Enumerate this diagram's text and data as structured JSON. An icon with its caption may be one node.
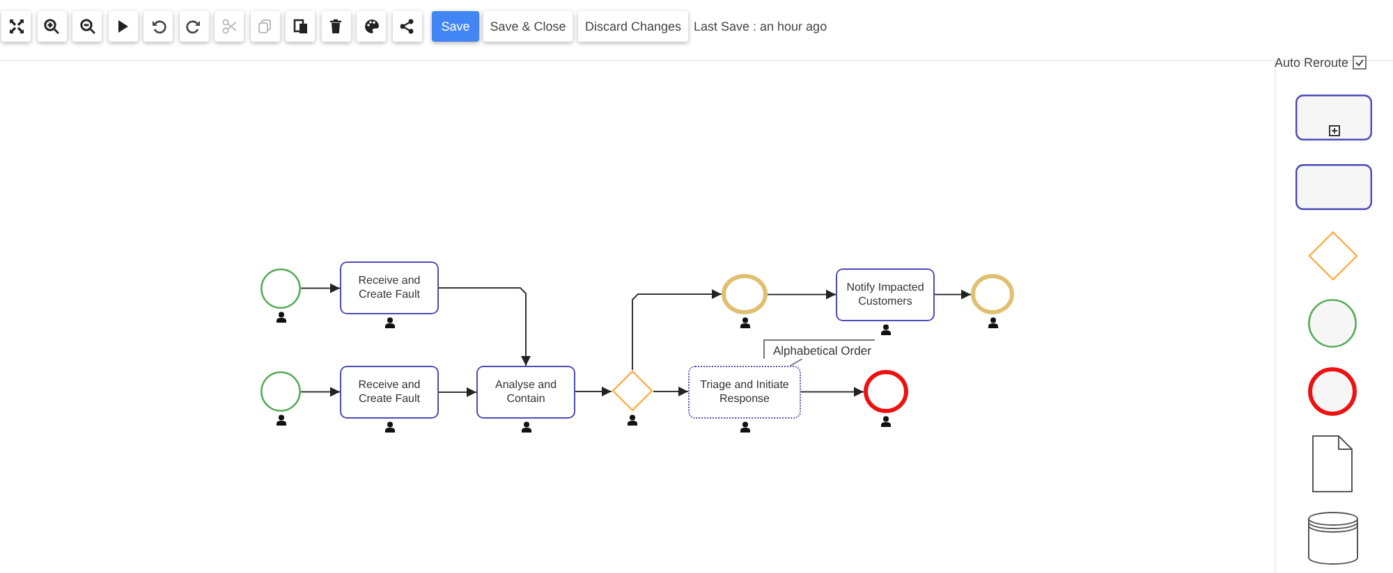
{
  "diagram": {
    "nodes": [
      {
        "text": [],
        "shape": "circle"
      },
      {
        "text": [
          "Receive and Create Fault"
        ]
      },
      {
        "text": [],
        "shape": "circle"
      },
      {
        "text": [
          "Receive and Create Fault"
        ]
      },
      {
        "text": [
          "Analyse and Contain"
        ]
      },
      {
        "text": [],
        "shape": "diamond"
      },
      {
        "text": [],
        "shape": "circle"
      },
      {
        "text": [
          "Notify Impacted Customers"
        ]
      },
      {
        "text": [],
        "shape": "circle"
      },
      {
        "text": [
          "Triage and Initiate Response"
        ]
      },
      {
        "text": [],
        "shape": "circle"
      },
      {
        "text": [
          "Alphabetical Order"
        ]
      },
      {
        "text": [],
        "shape": "box"
      },
      {
        "text": [],
        "shape": "box"
      },
      {
        "text": [],
        "shape": "diamond"
      },
      {
        "text": [],
        "shape": "circle"
      },
      {
        "text": [],
        "shape": "circle"
      },
      {
        "text": [],
        "shape": "document"
      },
      {
        "text": [],
        "shape": "cylinder"
      }
    ],
    "edges": [
      {
        "from": 0,
        "to": 1,
        "arrow": "to"
      },
      {
        "from": 1,
        "to": 4,
        "arrow": "to"
      },
      {
        "from": 2,
        "to": 3,
        "arrow": "to"
      },
      {
        "from": 3,
        "to": 4,
        "arrow": "to"
      },
      {
        "from": 4,
        "to": 5,
        "arrow": "to"
      },
      {
        "from": 5,
        "to": 6,
        "arrow": "to"
      },
      {
        "from": 6,
        "to": 7,
        "arrow": "to"
      },
      {
        "from": 7,
        "to": 8,
        "arrow": "to"
      },
      {
        "from": 5,
        "to": 9,
        "arrow": "to"
      },
      {
        "from": 9,
        "to": 10,
        "arrow": "to"
      },
      {
        "from": 11,
        "to": 9,
        "arrow": "none"
      }
    ],
    "labels": [
      "Save",
      "Save & Close",
      "Discard Changes",
      "Last Save : an hour ago",
      "Auto Reroute"
    ]
  }
}
